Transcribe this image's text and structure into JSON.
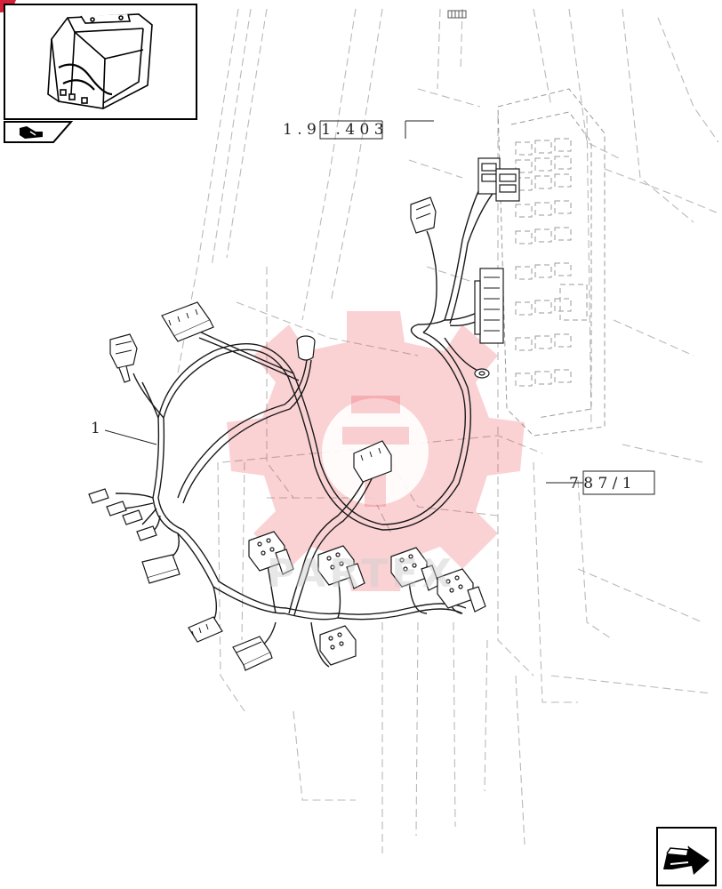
{
  "diagram": {
    "part_reference_top": "1 . 9 1 . 4  0 3",
    "part_reference_right": "7 8 7 /  1",
    "item_callout": "1",
    "watermark_text": "PARTEX"
  },
  "colors": {
    "line": "#1a1a1a",
    "dashed": "#b9b9b9",
    "watermark": "#e8333a",
    "corner_badge": "#d6213a"
  },
  "icons": {
    "thumbnail": "tractor-cab-icon",
    "thumb_tab": "hand-pointer-icon",
    "next_page": "next-page-arrow-icon"
  }
}
